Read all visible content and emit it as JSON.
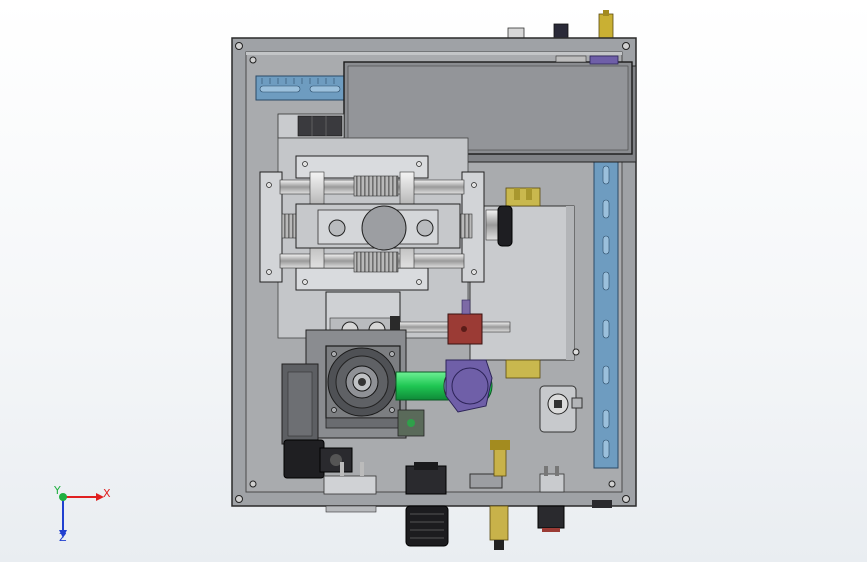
{
  "app": {
    "view_kind": "CAD 3D model viewport"
  },
  "triad": {
    "x_label": "X",
    "y_label": "Y",
    "z_label": "Z"
  },
  "colors": {
    "background_top": "#ffffff",
    "background_bottom": "#e9edf1",
    "panel_plate": "#a9abae",
    "din_rail": "#6e9cc0",
    "motor_body": "#7c7e81",
    "green_pipe": "#22d45a",
    "red_block": "#9b3b35",
    "purple_fitting": "#6f5fa8",
    "brass": "#c8b24a",
    "axis_x": "#e02020",
    "axis_y": "#20b040",
    "axis_z": "#2040d0"
  },
  "icons": [
    "coordinate-triad-icon"
  ]
}
